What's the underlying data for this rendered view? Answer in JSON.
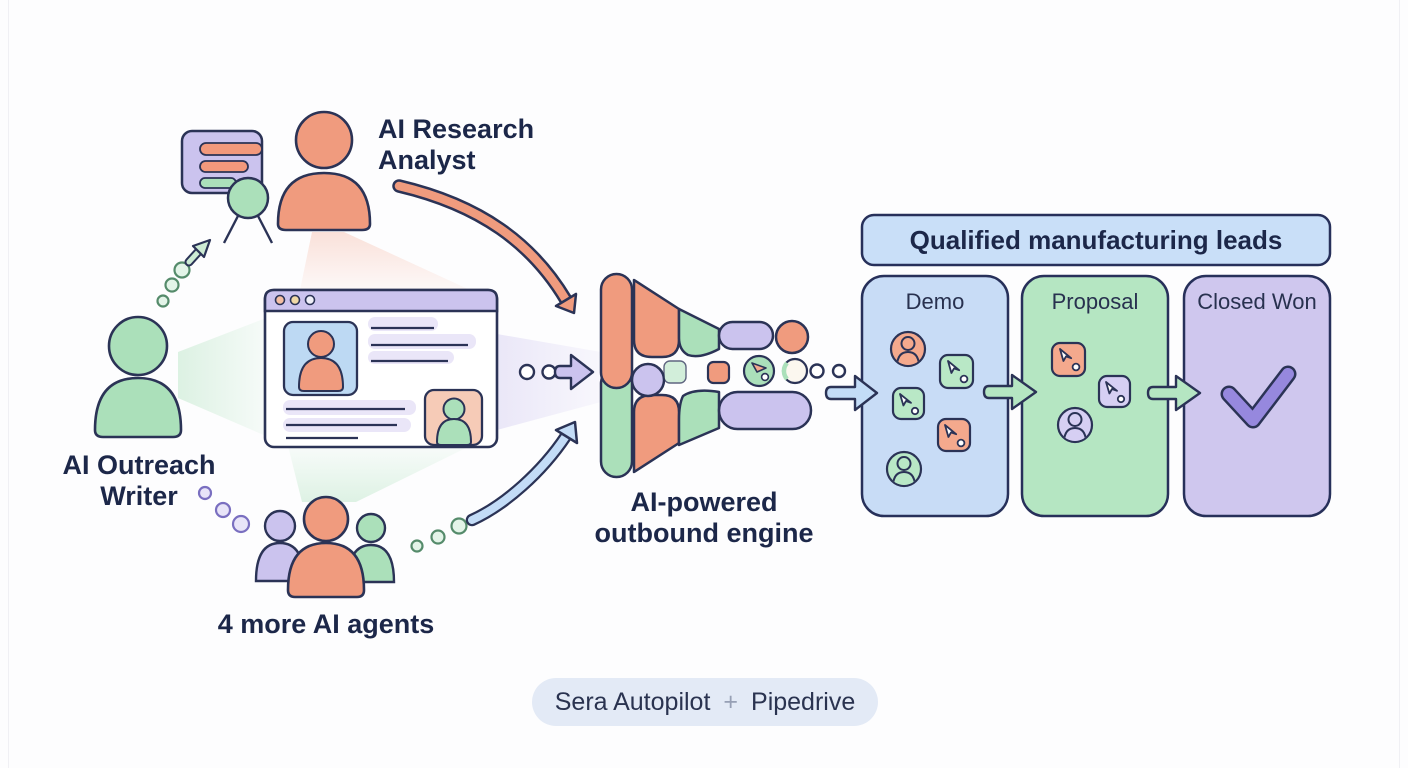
{
  "diagram": {
    "agents": {
      "research_analyst": {
        "label_line1": "AI Research",
        "label_line2": "Analyst",
        "icon": "person-icon",
        "color": "#F09B7E"
      },
      "outreach_writer": {
        "label_line1": "AI Outreach",
        "label_line2": "Writer",
        "icon": "person-icon",
        "color": "#ABE0BA"
      },
      "more_agents": {
        "label": "4 more AI agents",
        "icon": "people-group-icon",
        "colors": [
          "#CBC3EE",
          "#F09B7E",
          "#ABE0BA"
        ]
      }
    },
    "artifacts": {
      "certificate": {
        "icon": "certificate-badge-icon"
      },
      "lead_card": {
        "icon": "browser-profile-card-icon"
      }
    },
    "engine": {
      "label_line1": "AI-powered",
      "label_line2": "outbound engine",
      "icon": "funnel-icon"
    },
    "pipeline": {
      "header": "Qualified manufacturing leads",
      "columns": [
        {
          "label": "Demo",
          "color": "#C8DCF6",
          "items": [
            "avatar-orange",
            "cursor-chip-green",
            "cursor-chip-green",
            "cursor-chip-orange",
            "avatar-green"
          ]
        },
        {
          "label": "Proposal",
          "color": "#B5E6C2",
          "items": [
            "cursor-chip-orange",
            "cursor-chip-purple",
            "avatar-purple"
          ]
        },
        {
          "label": "Closed Won",
          "color": "#CFC7EE",
          "items": [
            "check-icon"
          ]
        }
      ]
    },
    "footer": {
      "product": "Sera Autopilot",
      "separator": "+",
      "partner": "Pipedrive"
    },
    "colors": {
      "orange": "#F09B7E",
      "green": "#ABE0BA",
      "purple": "#CBC3EE",
      "blue": "#C3DCF7",
      "stroke_navy": "#2B3356",
      "text_navy": "#1C2749",
      "check_purple": "#9688DE",
      "footer_bg": "#E3EAF6",
      "plus_gray": "#97A0B5"
    }
  }
}
